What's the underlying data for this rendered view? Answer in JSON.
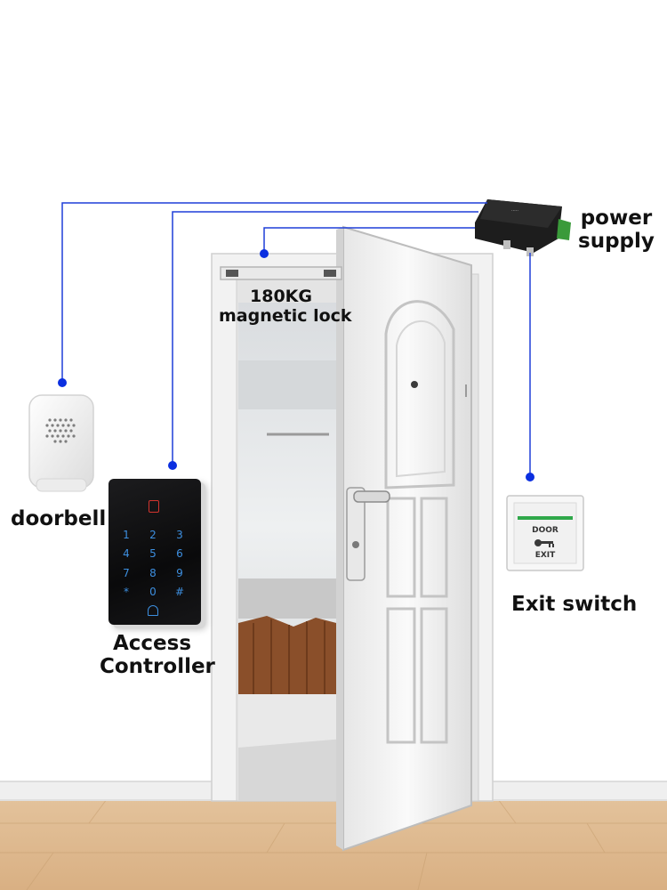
{
  "labels": {
    "power_supply": [
      "power",
      "supply"
    ],
    "magnetic_lock": [
      "180KG",
      "magnetic lock"
    ],
    "doorbell": "doorbell",
    "access_controller": [
      "Access",
      "Controller"
    ],
    "exit_switch": "Exit switch"
  },
  "exit_plate": {
    "line1": "DOOR",
    "line2": "EXIT"
  },
  "keypad": {
    "keys": [
      "1",
      "2",
      "3",
      "4",
      "5",
      "6",
      "7",
      "8",
      "9",
      "*",
      "0",
      "#"
    ]
  },
  "colors": {
    "wire": "#1f3fd8",
    "node": "#0b2fe0",
    "floor": "#e0b98c",
    "door": "#f4f4f4",
    "keypad_led": "#d2342e",
    "keypad_keys": "#3d8fe0"
  }
}
